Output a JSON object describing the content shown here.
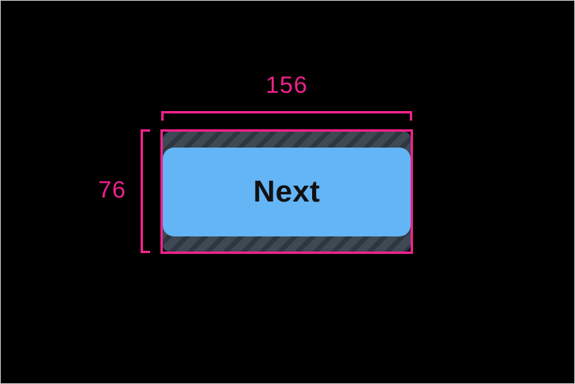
{
  "canvas": {
    "background": "#000000",
    "border_color": "#bdbdbd"
  },
  "measurements": {
    "annotation_color": "#F0218C",
    "width_label": "156",
    "height_label": "76"
  },
  "touch_target": {
    "hatch_background": "#3F4954",
    "hatch_stripe": "#2E3740"
  },
  "button": {
    "label": "Next",
    "fill_color": "#64B5F6",
    "text_color": "#111111"
  }
}
